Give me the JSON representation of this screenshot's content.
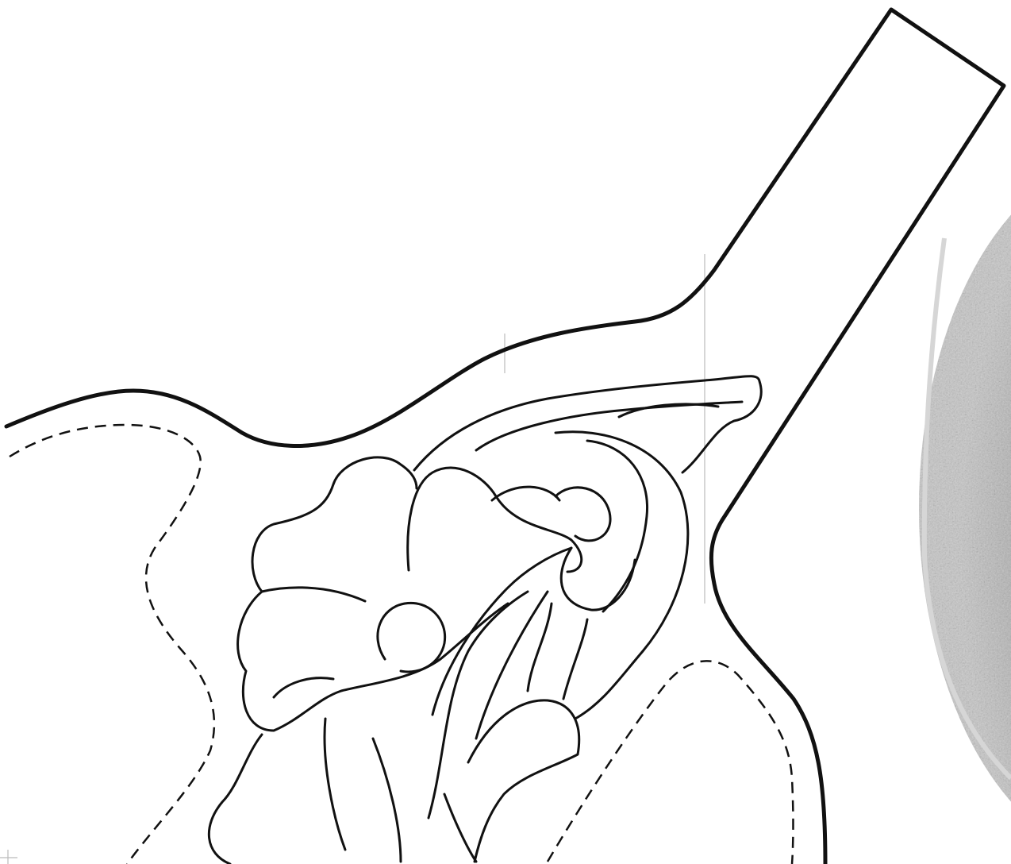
{
  "colors": {
    "background": "#ffffff",
    "line": "#111111",
    "textured_disc": "#9a9a9a"
  },
  "figure": {
    "kind": "leather tooling pattern",
    "parts": [
      "outer-cut-line",
      "stitch-line-left",
      "stitch-line-right",
      "floral-carving",
      "textured-disc"
    ]
  }
}
